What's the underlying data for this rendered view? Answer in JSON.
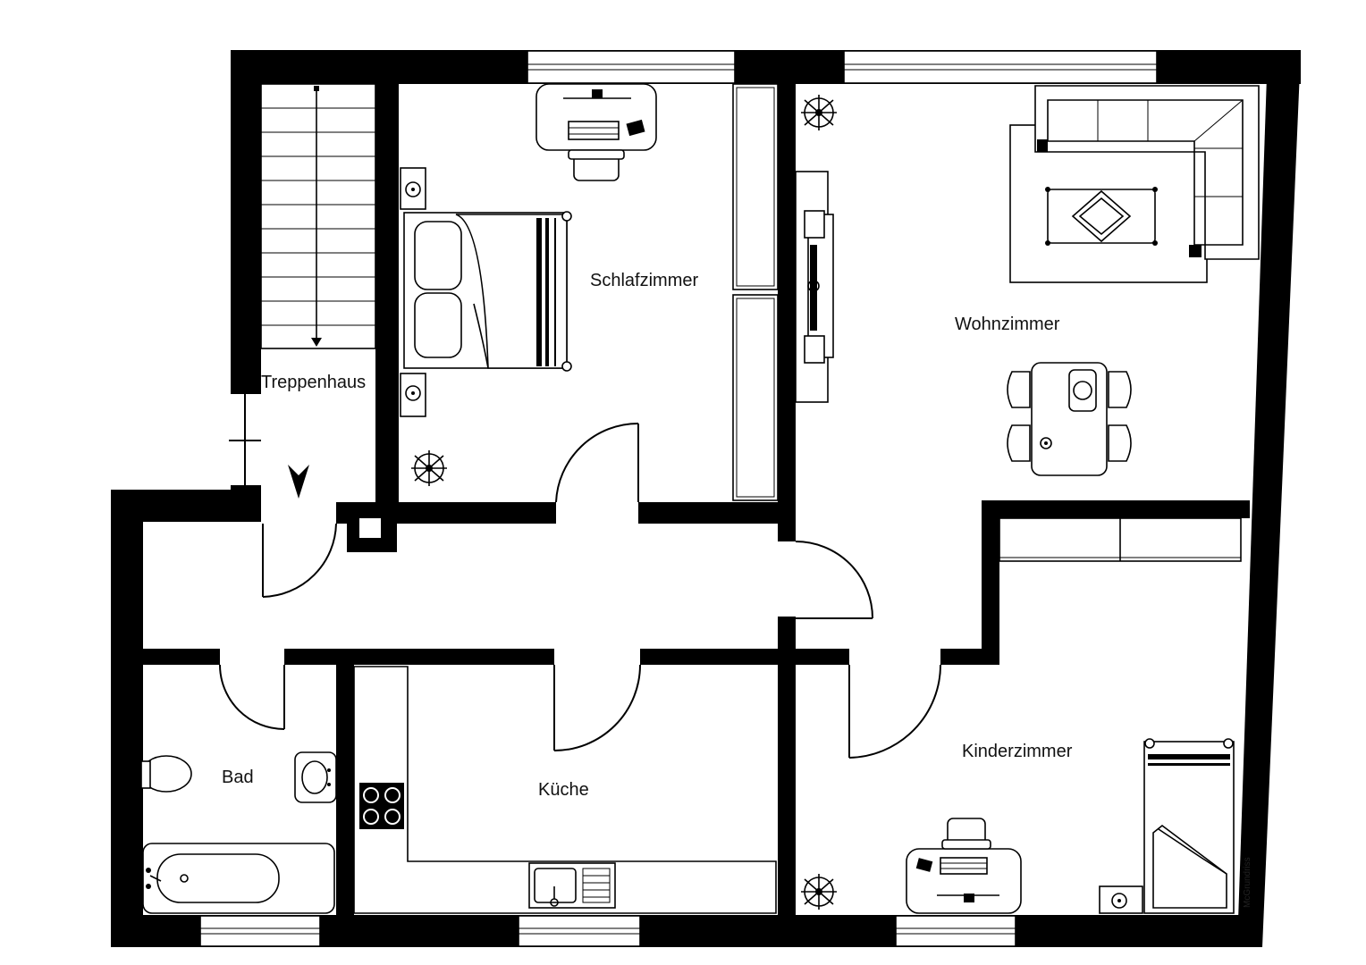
{
  "rooms": {
    "stair": "Treppenhaus",
    "bedroom": "Schlafzimmer",
    "living": "Wohnzimmer",
    "bath": "Bad",
    "kitchen": "Küche",
    "kids": "Kinderzimmer"
  },
  "watermark": "McGrundriss",
  "colors": {
    "wall": "#000000",
    "floor": "#ffffff",
    "text": "#111111"
  },
  "icons": [
    "stairs-icon",
    "bed-icon",
    "desk-icon",
    "chair-icon",
    "plant-icon",
    "wardrobe-icon",
    "tv-unit-icon",
    "sofa-icon",
    "dining-table-icon",
    "toilet-icon",
    "sink-icon",
    "bathtub-icon",
    "stove-icon",
    "kitchen-sink-icon",
    "door-icon",
    "window-icon",
    "entrance-arrow-icon"
  ]
}
